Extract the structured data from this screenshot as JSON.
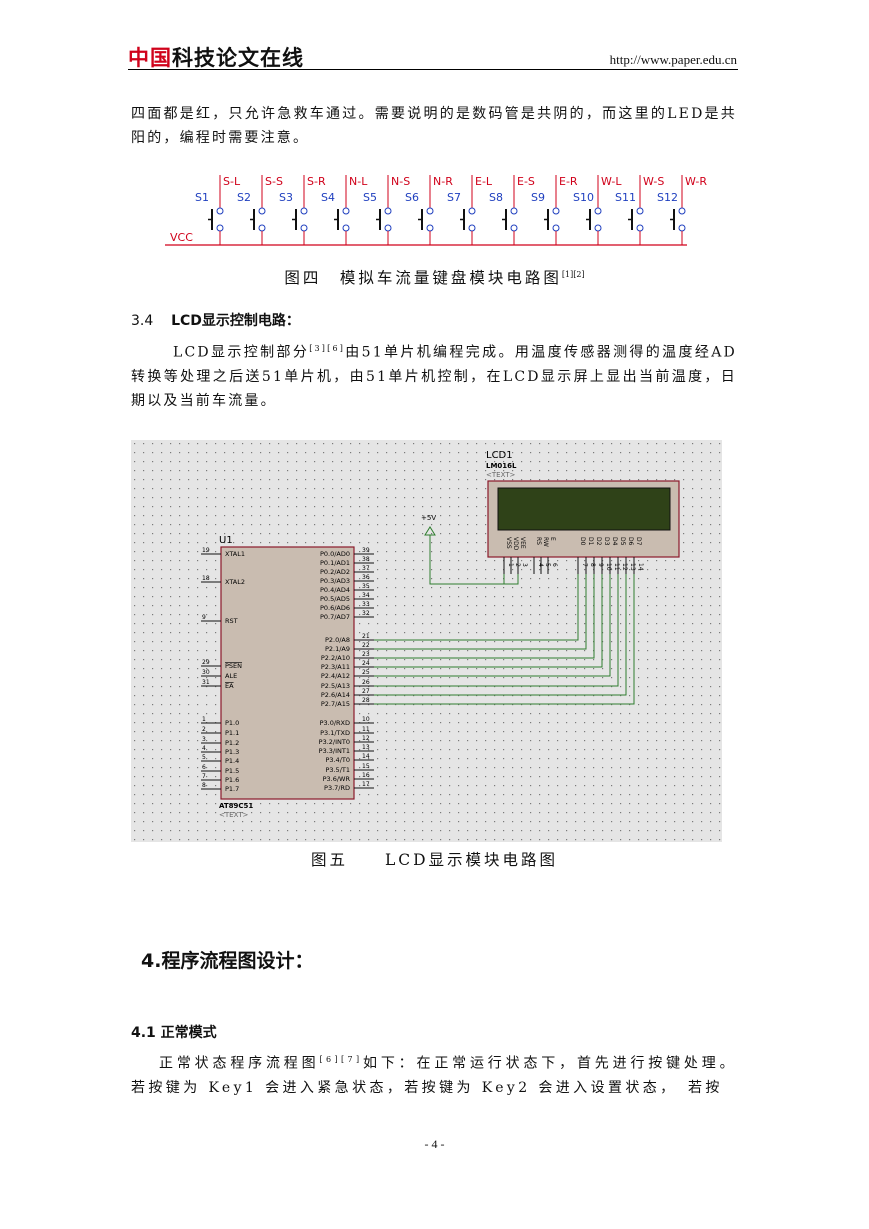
{
  "header": {
    "logo_red": "中国",
    "logo_black": "科技论文在线",
    "url": "http://www.paper.edu.cn"
  },
  "intro_paragraph": "四面都是红，只允许急救车通过。需要说明的是数码管是共阴的，而这里的LED是共阳的，编程时需要注意。",
  "figure4": {
    "vcc_label": "VCC",
    "switches": [
      "S1",
      "S2",
      "S3",
      "S4",
      "S5",
      "S6",
      "S7",
      "S8",
      "S9",
      "S10",
      "S11",
      "S12"
    ],
    "lines": [
      "S-L",
      "S-S",
      "S-R",
      "N-L",
      "N-S",
      "N-R",
      "E-L",
      "E-S",
      "E-R",
      "W-L",
      "W-S",
      "W-R"
    ],
    "caption": "图四　模拟车流量键盘模块电路图",
    "caption_ref": "[1][2]"
  },
  "section_3_4": {
    "number": "3.4",
    "title": "LCD显示控制电路：",
    "paragraph_start": "LCD显示控制部分",
    "paragraph_ref": "[3][6]",
    "paragraph_rest": "由51单片机编程完成。用温度传感器测得的温度经AD转换等处理之后送51单片机，由51单片机控制，在LCD显示屏上显出当前温度，日期以及当前车流量。"
  },
  "figure5": {
    "lcd_name": "LCD1",
    "lcd_model": "LM016L",
    "lcd_text": "<TEXT>",
    "lcd_pins": [
      "VSS",
      "VDD",
      "VEE",
      "RS",
      "RW",
      "E",
      "D0",
      "D1",
      "D2",
      "D3",
      "D4",
      "D5",
      "D6",
      "D7"
    ],
    "lcd_pin_numbers": [
      "1",
      "2",
      "3",
      "4",
      "5",
      "6",
      "7",
      "8",
      "9",
      "10",
      "11",
      "12",
      "13",
      "14"
    ],
    "power_label": "+5V",
    "mcu_name": "U1",
    "mcu_model": "AT89C51",
    "mcu_text": "<TEXT>",
    "left_pins": [
      {
        "num": "19",
        "name": "XTAL1"
      },
      {
        "num": "18",
        "name": "XTAL2"
      },
      {
        "num": "9",
        "name": "RST"
      },
      {
        "num": "29",
        "name": "PSEN"
      },
      {
        "num": "30",
        "name": "ALE"
      },
      {
        "num": "31",
        "name": "EA"
      },
      {
        "num": "1",
        "name": "P1.0"
      },
      {
        "num": "2",
        "name": "P1.1"
      },
      {
        "num": "3",
        "name": "P1.2"
      },
      {
        "num": "4",
        "name": "P1.3"
      },
      {
        "num": "5",
        "name": "P1.4"
      },
      {
        "num": "6",
        "name": "P1.5"
      },
      {
        "num": "7",
        "name": "P1.6"
      },
      {
        "num": "8",
        "name": "P1.7"
      }
    ],
    "right_pins": [
      {
        "num": "39",
        "name": "P0.0/AD0"
      },
      {
        "num": "38",
        "name": "P0.1/AD1"
      },
      {
        "num": "37",
        "name": "P0.2/AD2"
      },
      {
        "num": "36",
        "name": "P0.3/AD3"
      },
      {
        "num": "35",
        "name": "P0.4/AD4"
      },
      {
        "num": "34",
        "name": "P0.5/AD5"
      },
      {
        "num": "33",
        "name": "P0.6/AD6"
      },
      {
        "num": "32",
        "name": "P0.7/AD7"
      },
      {
        "num": "21",
        "name": "P2.0/A8"
      },
      {
        "num": "22",
        "name": "P2.1/A9"
      },
      {
        "num": "23",
        "name": "P2.2/A10"
      },
      {
        "num": "24",
        "name": "P2.3/A11"
      },
      {
        "num": "25",
        "name": "P2.4/A12"
      },
      {
        "num": "26",
        "name": "P2.5/A13"
      },
      {
        "num": "27",
        "name": "P2.6/A14"
      },
      {
        "num": "28",
        "name": "P2.7/A15"
      },
      {
        "num": "10",
        "name": "P3.0/RXD"
      },
      {
        "num": "11",
        "name": "P3.1/TXD"
      },
      {
        "num": "12",
        "name": "P3.2/INT0"
      },
      {
        "num": "13",
        "name": "P3.3/INT1"
      },
      {
        "num": "14",
        "name": "P3.4/T0"
      },
      {
        "num": "15",
        "name": "P3.5/T1"
      },
      {
        "num": "16",
        "name": "P3.6/WR"
      },
      {
        "num": "17",
        "name": "P3.7/RD"
      }
    ],
    "caption": "图五　　LCD显示模块电路图"
  },
  "section_4": {
    "title": "4.程序流程图设计："
  },
  "section_4_1": {
    "title": "4.1 正常模式",
    "paragraph_start": "正常状态程序流程图",
    "paragraph_ref": "[6][7]",
    "paragraph_rest": "如下：在正常运行状态下，首先进行按键处理。若按键为 Key1 会进入紧急状态，若按键为 Key2 会进入设置状态，　若按"
  },
  "page_number": "- 4 -"
}
